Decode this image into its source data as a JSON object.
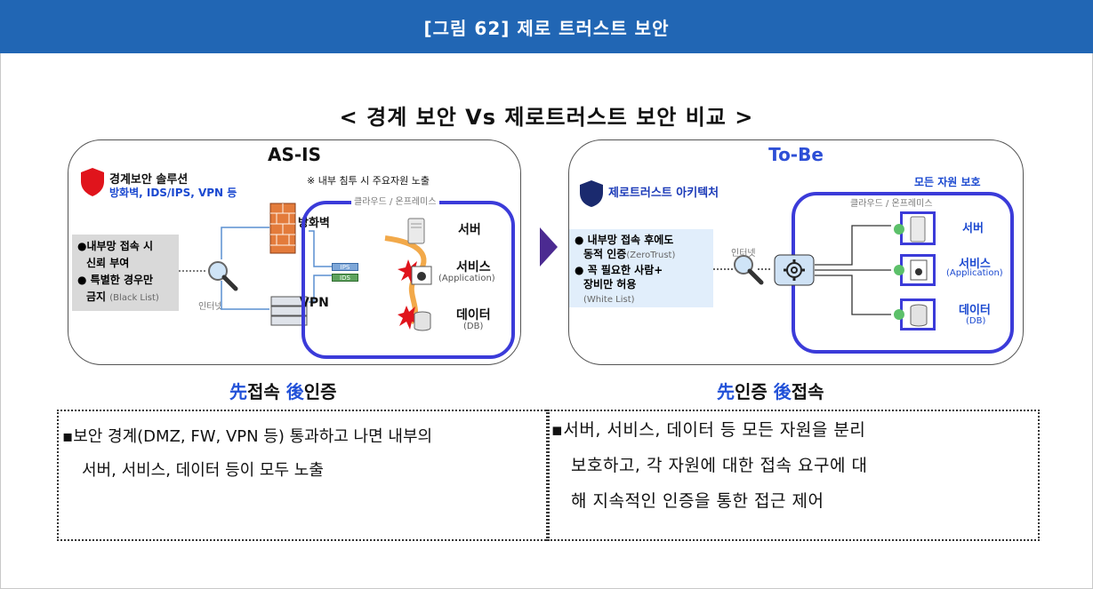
{
  "header": {
    "title": "[그림 62] 제로 트러스트 보안"
  },
  "main_title": "< 경계 보안 Vs 제로트러스트 보안 비교 >",
  "left": {
    "title": "AS-IS",
    "solution_title": "경계보안 솔루션",
    "solution_items": "방화벽, IDS/IPS, VPN 등",
    "notice": "※ 내부 침투 시 주요자원 노출",
    "cloud": "클라우드 / 온프레미스",
    "bullet1": "●내부망 접속 시",
    "bullet1b": "신뢰 부여",
    "bullet2": "● 특별한 경우만",
    "bullet2b": "금지",
    "bullet2c": "(Black List)",
    "internet": "인터넷",
    "firewall": "방화벽",
    "vpn": "VPN",
    "ips": "IPS",
    "ids": "IDS",
    "server": "서버",
    "service": "서비스",
    "service_sub": "(Application)",
    "data": "데이터",
    "data_sub": "(DB)",
    "caption_a": "先",
    "caption_b": "접속 ",
    "caption_c": "後",
    "caption_d": "인증",
    "desc_line1": "▪보안 경계(DMZ, FW, VPN 등) 통과하고 나면 내부의",
    "desc_line2": "서버, 서비스, 데이터 등이 모두 노출"
  },
  "right": {
    "title": "To-Be",
    "zt_title": "제로트러스트 아키텍처",
    "protect": "모든 자원 보호",
    "cloud": "클라우드 / 온프레미스",
    "bullet1": "● 내부망 접속 후에도",
    "bullet1b": "동적 인증",
    "bullet1c": "(ZeroTrust)",
    "bullet2": "● 꼭 필요한 사람+",
    "bullet2b": "장비만 허용",
    "bullet2c": "(White List)",
    "internet": "인터넷",
    "server": "서버",
    "service": "서비스",
    "service_sub": "(Application)",
    "data": "데이터",
    "data_sub": "(DB)",
    "caption_a": "先",
    "caption_b": "인증 ",
    "caption_c": "後",
    "caption_d": "접속",
    "desc_line1": "▪서버, 서비스, 데이터 등 모든 자원을 분리",
    "desc_line2": "보호하고, 각 자원에 대한 접속 요구에 대",
    "desc_line3": "해 지속적인 인증을 통한 접근 제어"
  },
  "colors": {
    "header_bg": "#2166b4",
    "accent_blue": "#3b3bd9",
    "shield_red": "#e0141c",
    "shield_navy": "#1a2a6e"
  },
  "icons": [
    "shield-icon",
    "magnifier-icon",
    "firewall-icon",
    "server-icon",
    "gear-icon",
    "database-icon",
    "explosion-icon",
    "lock-icon"
  ]
}
